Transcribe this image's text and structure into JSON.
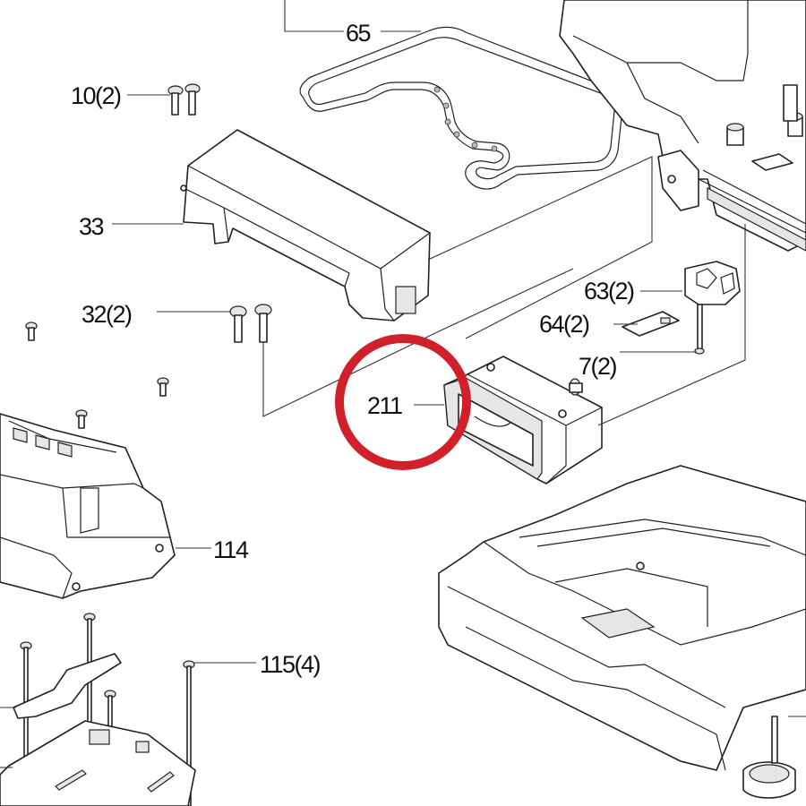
{
  "diagram": {
    "highlight_color": "#d2202a",
    "highlighted_part": "211",
    "callouts": [
      {
        "id": "65",
        "text": "65"
      },
      {
        "id": "10",
        "text": "10(2)"
      },
      {
        "id": "33",
        "text": "33"
      },
      {
        "id": "32",
        "text": "32(2)"
      },
      {
        "id": "63",
        "text": "63(2)"
      },
      {
        "id": "64",
        "text": "64(2)"
      },
      {
        "id": "7",
        "text": "7(2)"
      },
      {
        "id": "211",
        "text": "211"
      },
      {
        "id": "114",
        "text": "114"
      },
      {
        "id": "115",
        "text": "115(4)"
      }
    ]
  }
}
